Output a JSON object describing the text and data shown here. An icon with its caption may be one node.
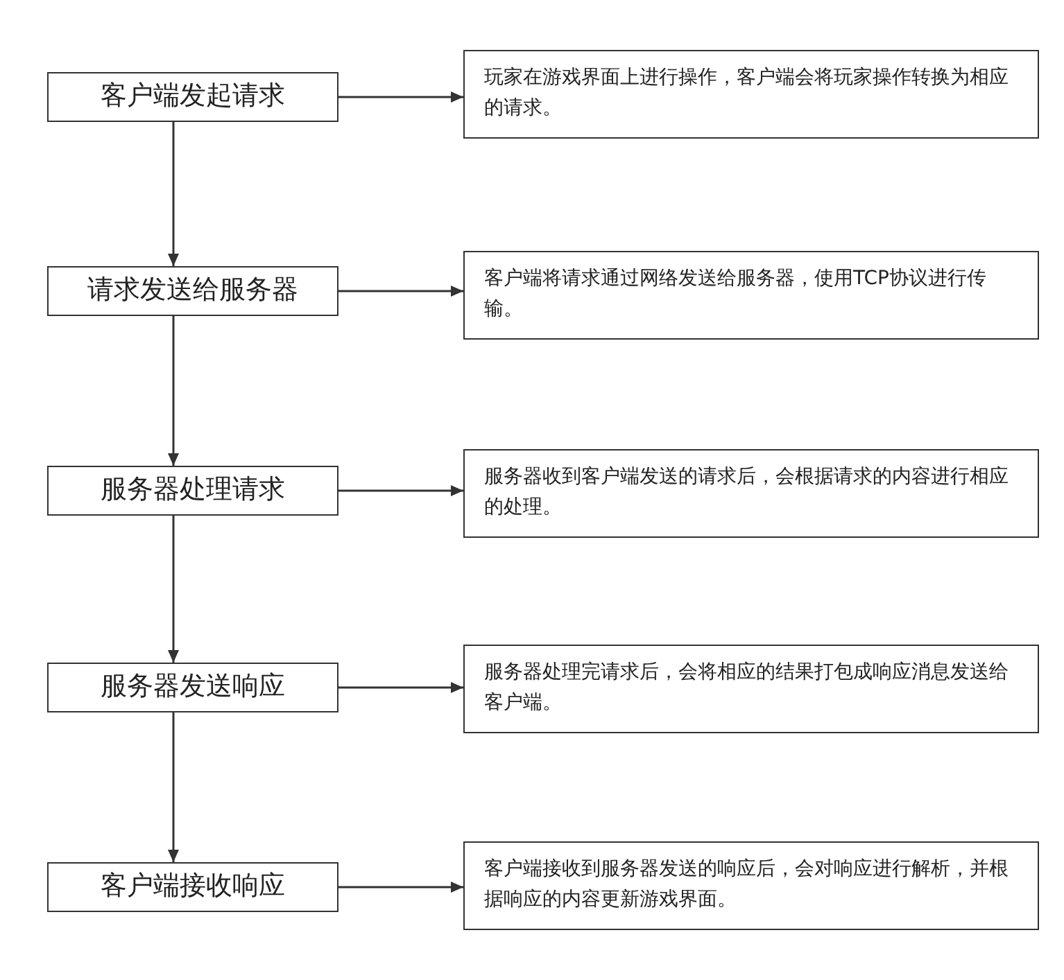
{
  "diagram": {
    "nodes": [
      {
        "text": [
          "客户端发起请求"
        ]
      },
      {
        "text": [
          "玩家在游戏界面上进行操作，客户端会将玩家操作转换为相应的请求。"
        ]
      },
      {
        "text": [
          "请求发送给服务器"
        ]
      },
      {
        "text": [
          "客户端将请求通过网络发送给服务器，使用TCP协议进行传输。"
        ]
      },
      {
        "text": [
          "服务器处理请求"
        ]
      },
      {
        "text": [
          "服务器收到客户端发送的请求后，会根据请求的内容进行相应的处理。"
        ]
      },
      {
        "text": [
          "服务器发送响应"
        ]
      },
      {
        "text": [
          "服务器处理完请求后，会将相应的结果打包成响应消息发送给客户端。"
        ]
      },
      {
        "text": [
          "客户端接收响应"
        ]
      },
      {
        "text": [
          "客户端接收到服务器发送的响应后，会对响应进行解析，并根据响应的内容更新游戏界面。"
        ]
      }
    ],
    "edges": [
      {
        "from": 0,
        "to": 1,
        "arrow": "to"
      },
      {
        "from": 0,
        "to": 2,
        "arrow": "to"
      },
      {
        "from": 2,
        "to": 3,
        "arrow": "to"
      },
      {
        "from": 2,
        "to": 4,
        "arrow": "to"
      },
      {
        "from": 4,
        "to": 5,
        "arrow": "to"
      },
      {
        "from": 4,
        "to": 6,
        "arrow": "to"
      },
      {
        "from": 6,
        "to": 7,
        "arrow": "to"
      },
      {
        "from": 6,
        "to": 8,
        "arrow": "to"
      },
      {
        "from": 8,
        "to": 9,
        "arrow": "to"
      }
    ]
  }
}
